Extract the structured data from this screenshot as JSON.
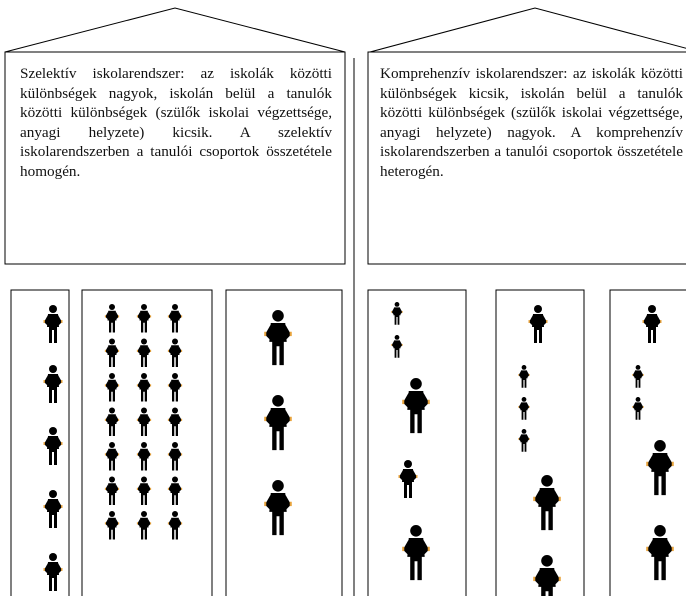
{
  "left_panel": {
    "text": "Szelektív iskolarendszer: az iskolák közötti különbségek nagyok, iskolán belül a tanulók közötti különbségek (szülők iskolai végzettsége, anyagi helyzete) kicsik. A szelektív iskolarendszerben a tanulói csoportok összetétele homogén.",
    "school_columns": [
      {
        "figures": 5,
        "size": "medium"
      },
      {
        "figures": 21,
        "size": "small"
      },
      {
        "figures": 3,
        "size": "large"
      }
    ]
  },
  "right_panel": {
    "text": "Komprehenzív iskolarendszer: az iskolák közötti különbségek kicsik, iskolán belül a tanulók közötti különbségek (szülők iskolai végzettsége, anyagi helyzete) nagyok. A komprehenzív iskolarendszerben a tanulói csoportok összetétele heterogén.",
    "school_columns": [
      {
        "figures": 5,
        "sizes": [
          "tiny",
          "tiny",
          "large",
          "medium",
          "large"
        ]
      },
      {
        "figures": 6,
        "sizes": [
          "medium",
          "tiny",
          "tiny",
          "tiny",
          "large",
          "large"
        ]
      },
      {
        "figures": 5,
        "sizes": [
          "medium",
          "tiny",
          "tiny",
          "large",
          "large"
        ]
      }
    ]
  },
  "colors": {
    "line": "#000000",
    "figure": "#000000",
    "figure_accent": "#e8a33c"
  }
}
